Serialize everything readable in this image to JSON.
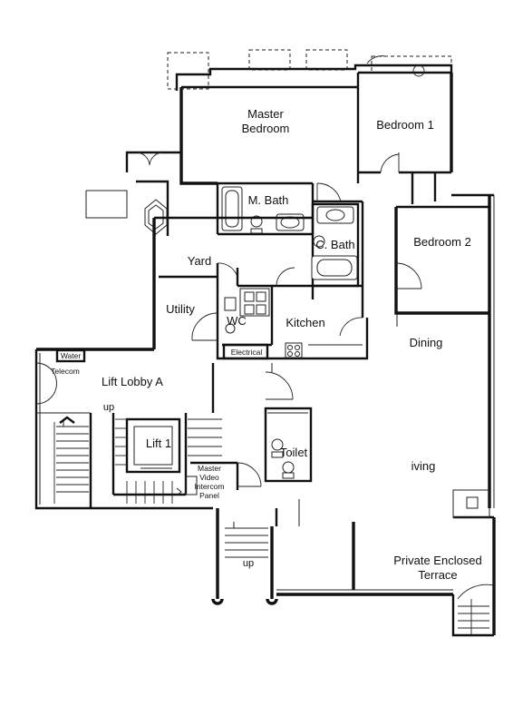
{
  "rooms": {
    "master_bedroom": [
      "Master",
      "Bedroom"
    ],
    "bedroom_1": "Bedroom 1",
    "bedroom_2": "Bedroom 2",
    "m_bath": "M. Bath",
    "c_bath": "C. Bath",
    "yard": "Yard",
    "utility": "Utility",
    "wc": "WC",
    "kitchen": "Kitchen",
    "electrical": "Electrical",
    "dining": "Dining",
    "living": "iving",
    "water": "Water",
    "telecom": "Telecom",
    "lift_lobby": "Lift Lobby A",
    "up_1": "up",
    "lift": "Lift 1",
    "master_video_intercom": [
      "Master",
      "Video",
      "Intercom",
      "Panel"
    ],
    "toilet": "Toilet",
    "up_2": "up",
    "terrace": [
      "Private Enclosed",
      "Terrace"
    ]
  }
}
